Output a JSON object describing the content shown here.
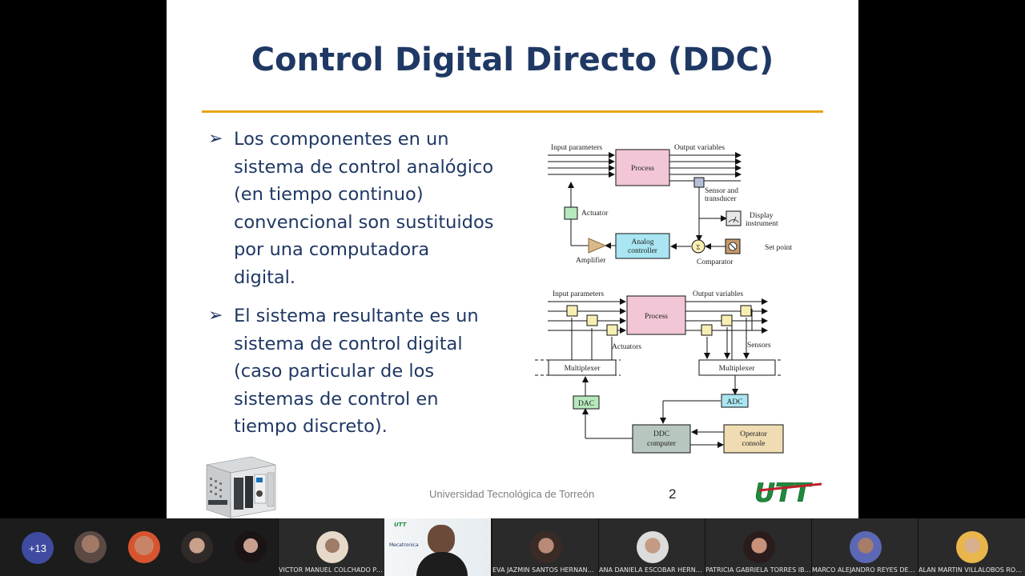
{
  "slide": {
    "title": "Control Digital Directo (DDC)",
    "bullets": [
      "Los componentes en un sistema de control analógico (en tiempo continuo) convencional son sustituidos por una computadora digital.",
      "El sistema resultante es un sistema de control digital (caso particular de los sistemas de control en tiempo discreto)."
    ],
    "footer": "Universidad Tecnológica de Torreón",
    "page_number": "2",
    "logo_text": "UTT"
  },
  "diagram_top": {
    "input_parameters": "Input parameters",
    "output_variables": "Output variables",
    "process": "Process",
    "sensor_1": "Sensor and",
    "sensor_2": "transducer",
    "actuator": "Actuator",
    "display_1": "Display",
    "display_2": "instrument",
    "analog_1": "Analog",
    "analog_2": "controller",
    "sigma": "Σ",
    "set_point": "Set point",
    "amplifier": "Amplifier",
    "comparator": "Comparator"
  },
  "diagram_bottom": {
    "input_parameters": "Input parameters",
    "output_variables": "Output variables",
    "process": "Process",
    "actuators": "Actuators",
    "sensors": "Sensors",
    "multiplexer_left": "Multiplexer",
    "multiplexer_right": "Multiplexer",
    "dac": "DAC",
    "adc": "ADC",
    "ddc_1": "DDC",
    "ddc_2": "computer",
    "operator_1": "Operator",
    "operator_2": "console"
  },
  "meeting": {
    "more_participants": "+13",
    "participants": [
      "VICTOR MANUEL COLCHADO PA◆OL",
      "EVA JAZMIN SANTOS HERNANDEZ",
      "ANA DANIELA ESCOBAR HERNAND...",
      "PATRICIA GABRIELA TORRES IBARRA",
      "MARCO ALEJANDRO REYES DELGA...",
      "ALAN MARTIN VILLALOBOS RODRI..."
    ],
    "camera_slide_title": "Mecatronica",
    "camera_logo_text": "UTT"
  },
  "colors": {
    "title": "#1f3864",
    "rule": "#e8a317",
    "process_fill": "#f2c6d6",
    "analog_fill": "#a9e6f2",
    "actuator_fill": "#b7e8bd",
    "small_box_fill": "#f7efb2",
    "sensor_fill": "#b6bfd9",
    "ddc_fill": "#b7c6bf",
    "operator_fill": "#efdcb2",
    "meetbar": "#1c1c1c",
    "more_avatar": "#3f4ba0"
  }
}
